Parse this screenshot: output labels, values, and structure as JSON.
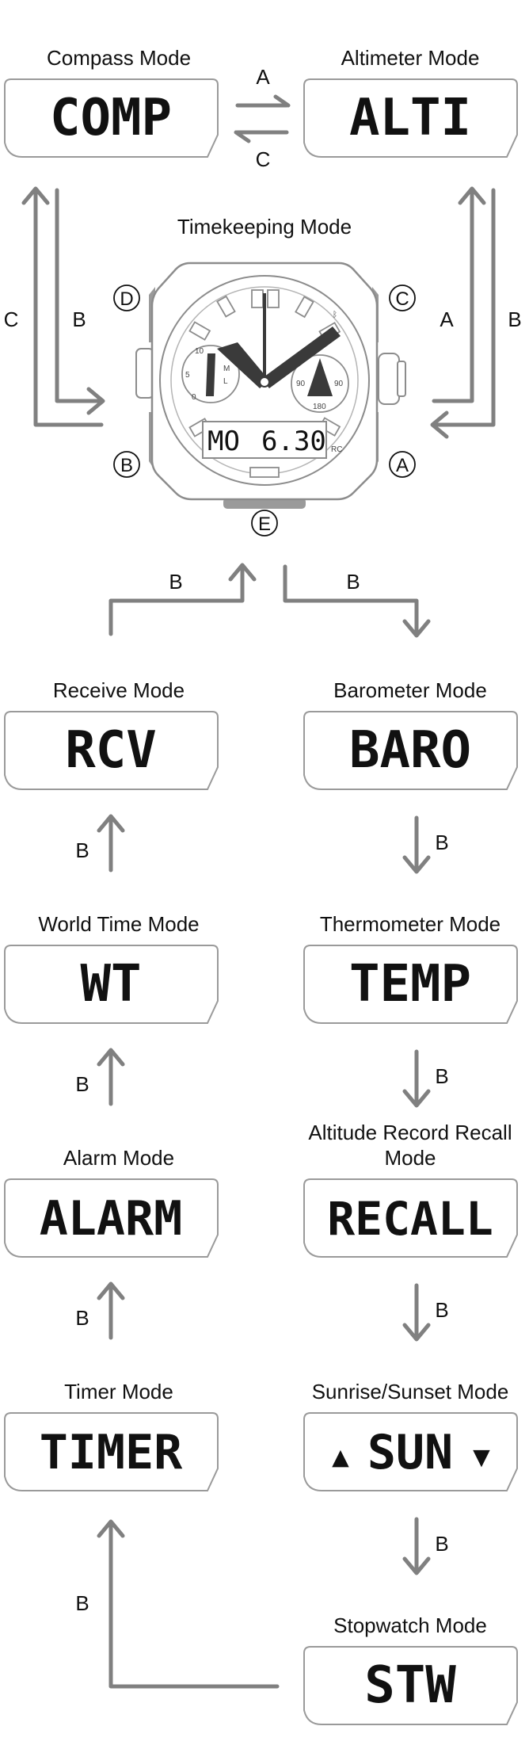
{
  "modes": {
    "compass": {
      "title": "Compass Mode",
      "lcd": "COMP"
    },
    "altimeter": {
      "title": "Altimeter Mode",
      "lcd": "ALTI"
    },
    "timekeeping": {
      "title": "Timekeeping Mode"
    },
    "receive": {
      "title": "Receive Mode",
      "lcd": "RCV"
    },
    "barometer": {
      "title": "Barometer Mode",
      "lcd": "BARO"
    },
    "worldtime": {
      "title": "World Time Mode",
      "lcd": "WT"
    },
    "thermometer": {
      "title": "Thermometer Mode",
      "lcd": "TEMP"
    },
    "alarm": {
      "title": "Alarm Mode",
      "lcd": "ALARM"
    },
    "recall": {
      "title_line1": "Altitude Record Recall",
      "title_line2": "Mode",
      "lcd": "RECALL"
    },
    "timer": {
      "title": "Timer Mode",
      "lcd": "TIMER"
    },
    "sunrise": {
      "title": "Sunrise/Sunset Mode",
      "lcd": "SUN",
      "lcd_left": "▲",
      "lcd_right": "▼"
    },
    "stopwatch": {
      "title": "Stopwatch Mode",
      "lcd": "STW"
    }
  },
  "keys": {
    "a": "A",
    "b": "B",
    "c": "C"
  },
  "watch": {
    "buttons": {
      "d": "D",
      "c": "C",
      "b": "B",
      "a": "A",
      "e": "E"
    },
    "lcd_day": "MO",
    "lcd_date": "6.30",
    "dial": {
      "m": "M",
      "l": "L",
      "rc": "RC",
      "n90l": "90",
      "n90r": "90",
      "n180": "180",
      "n10": "10",
      "n0": "0",
      "n5": "5"
    }
  },
  "colors": {
    "arrow": "#808080",
    "box_stroke": "#9a9a9a",
    "text": "#111111",
    "watch_line": "#8c8c8c"
  }
}
